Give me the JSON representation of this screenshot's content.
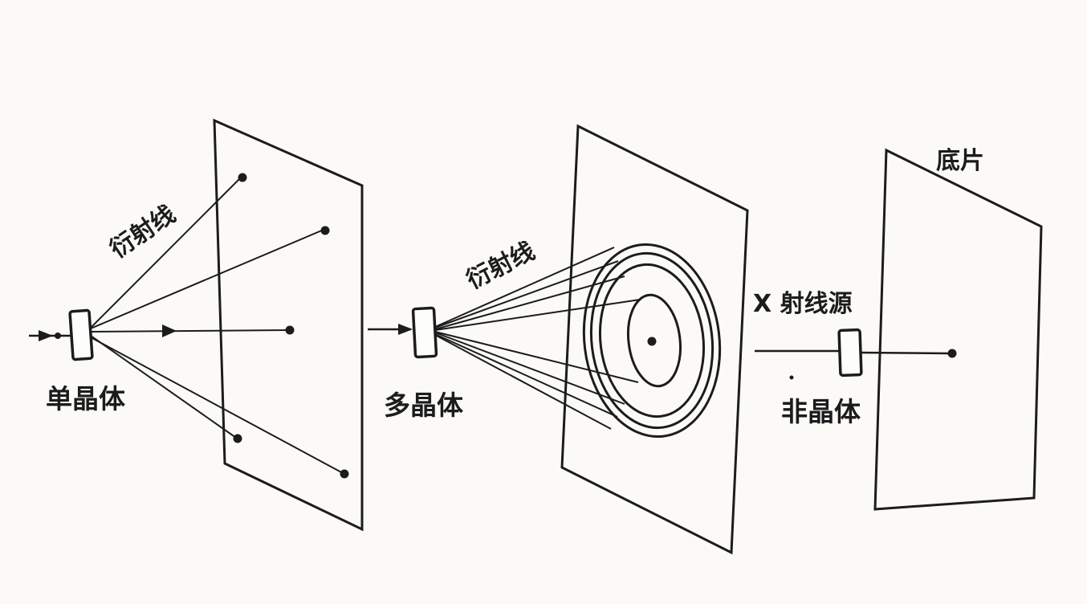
{
  "colors": {
    "background": "#fbfaf7",
    "ink": "#1c1c1c"
  },
  "single_crystal": {
    "label": "单晶体",
    "diffraction_label": "衍射线"
  },
  "polycrystal": {
    "label": "多晶体",
    "diffraction_label": "衍射线"
  },
  "amorphous": {
    "label": "非晶体",
    "source_label": "X 射线源",
    "film_label": "底片"
  }
}
